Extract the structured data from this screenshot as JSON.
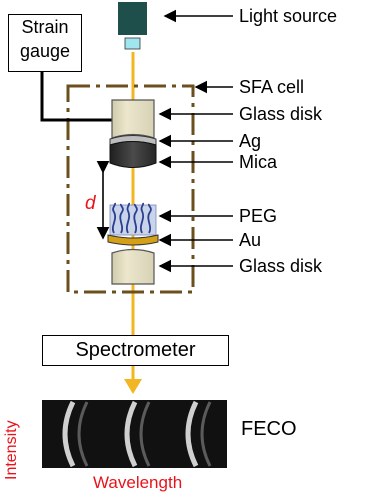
{
  "labels": {
    "light_source": "Light source",
    "sfa_cell": "SFA cell",
    "glass_disk_top": "Glass disk",
    "ag": "Ag",
    "mica": "Mica",
    "peg": "PEG",
    "au": "Au",
    "glass_disk_bottom": "Glass disk",
    "feco": "FECO"
  },
  "boxes": {
    "strain_gauge_line1": "Strain",
    "strain_gauge_line2": "gauge",
    "spectrometer": "Spectrometer"
  },
  "axes": {
    "distance": "d",
    "intensity": "Intensity",
    "wavelength": "Wavelength"
  },
  "colors": {
    "beam": "#f2b622",
    "cell_outline": "#6b4f1c",
    "glass": "#e8e2c8",
    "mica": "#3b3b3b",
    "ag": "#bdbdbd",
    "au": "#d4a017",
    "peg": "#5b73b8",
    "source": "#1f4f4a",
    "red_text": "#e8141b"
  }
}
